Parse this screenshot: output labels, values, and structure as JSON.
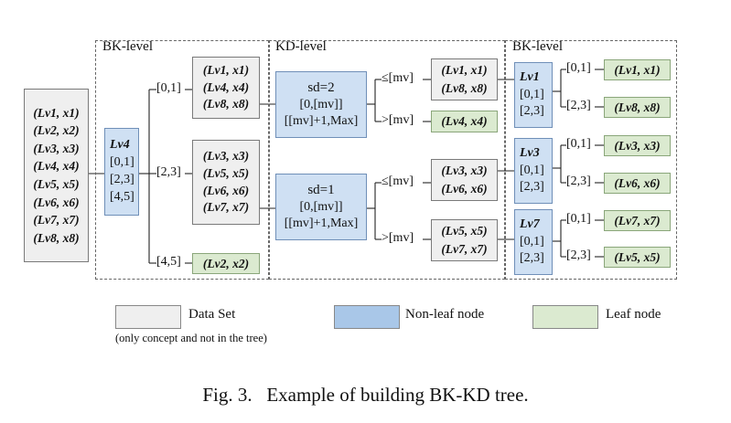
{
  "regions": {
    "bk_left": "BK-level",
    "kd": "KD-level",
    "bk_right": "BK-level"
  },
  "data_set": [
    "(Lv1, x1)",
    "(Lv2, x2)",
    "(Lv3, x3)",
    "(Lv4, x4)",
    "(Lv5, x5)",
    "(Lv6, x6)",
    "(Lv7, x7)",
    "(Lv8, x8)"
  ],
  "root_node": {
    "head": "Lv4",
    "ranges": [
      "[0,1]",
      "[2,3]",
      "[4,5]"
    ]
  },
  "root_edges": [
    "[0,1]",
    "[2,3]",
    "[4,5]"
  ],
  "group_a": [
    "(Lv1, x1)",
    "(Lv4, x4)",
    "(Lv8, x8)"
  ],
  "group_b": [
    "(Lv3, x3)",
    "(Lv5, x5)",
    "(Lv6, x6)",
    "(Lv7, x7)"
  ],
  "leaf_lv2": "(Lv2, x2)",
  "kd_node_1": [
    "sd=2",
    "[0,[mv]]",
    "[[mv]+1,Max]"
  ],
  "kd_node_2": [
    "sd=1",
    "[0,[mv]]",
    "[[mv]+1,Max]"
  ],
  "kd_edges": {
    "le": "≤[mv]",
    "gt": ">[mv]"
  },
  "sub_1a": [
    "(Lv1, x1)",
    "(Lv8, x8)"
  ],
  "leaf_lv4": "(Lv4, x4)",
  "sub_2a": [
    "(Lv3, x3)",
    "(Lv6, x6)"
  ],
  "sub_2b": [
    "(Lv5, x5)",
    "(Lv7, x7)"
  ],
  "right_nodes": [
    {
      "head": "Lv1",
      "ranges": [
        "[0,1]",
        "[2,3]"
      ]
    },
    {
      "head": "Lv3",
      "ranges": [
        "[0,1]",
        "[2,3]"
      ]
    },
    {
      "head": "Lv7",
      "ranges": [
        "[0,1]",
        "[2,3]"
      ]
    }
  ],
  "right_edges": [
    "[0,1]",
    "[2,3]"
  ],
  "right_leaves": [
    "(Lv1, x1)",
    "(Lv8, x8)",
    "(Lv3, x3)",
    "(Lv6, x6)",
    "(Lv7, x7)",
    "(Lv5, x5)"
  ],
  "legend": {
    "data_set": "Data Set",
    "non_leaf": "Non-leaf node",
    "leaf": "Leaf node",
    "note": "(only concept and not in the tree)",
    "colors": {
      "data_set": "#efefef",
      "non_leaf": "#a9c7e8",
      "leaf": "#dbead0"
    }
  },
  "caption": "Fig. 3.   Example of building BK-KD tree."
}
